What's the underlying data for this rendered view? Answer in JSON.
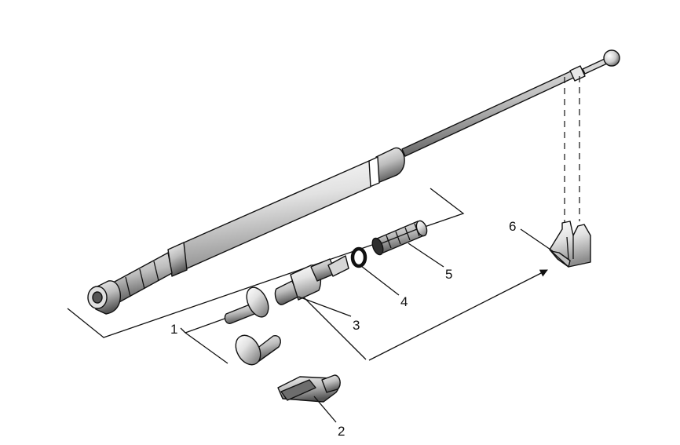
{
  "diagram": {
    "callouts": [
      {
        "id": "1",
        "label": "1"
      },
      {
        "id": "2",
        "label": "2"
      },
      {
        "id": "3",
        "label": "3"
      },
      {
        "id": "4",
        "label": "4"
      },
      {
        "id": "5",
        "label": "5"
      },
      {
        "id": "6",
        "label": "6"
      }
    ],
    "colors": {
      "line": "#111111",
      "part_fill": "#ffffff",
      "shade_light": "#cfcfcf",
      "shade_mid": "#9c9c9c",
      "shade_dark": "#3a3a3a"
    }
  }
}
